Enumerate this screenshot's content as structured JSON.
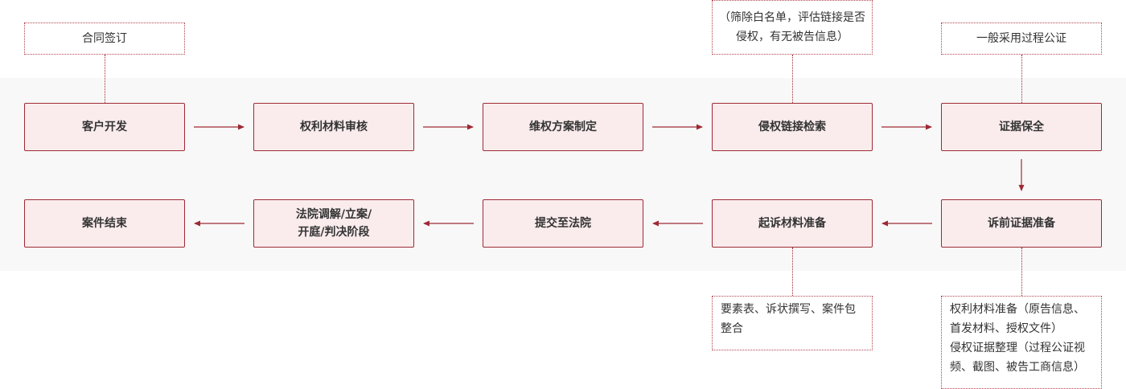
{
  "flow_row1": [
    {
      "label": "客户开发"
    },
    {
      "label": "权利材料审核"
    },
    {
      "label": "维权方案制定"
    },
    {
      "label": "侵权链接检索"
    },
    {
      "label": "证据保全"
    }
  ],
  "flow_row2": [
    {
      "label": "诉前证据准备"
    },
    {
      "label": "起诉材料准备"
    },
    {
      "label": "提交至法院"
    },
    {
      "label": "法院调解/立案/\n开庭/判决阶段"
    },
    {
      "label": "案件结束"
    }
  ],
  "notes": {
    "contract": "合同签订",
    "whitelist": "（筛除白名单，评估链接是否侵权，有无被告信息）",
    "notary": "一般采用过程公证",
    "materials": "要素表、诉状撰写、案件包整合",
    "evidence_line1": "权利材料准备（原告信息、首发材料、授权文件）",
    "evidence_line2": "侵权证据整理（过程公证视频、截图、被告工商信息）"
  },
  "colors": {
    "accent": "#9e2a35",
    "box_fill": "#faeced",
    "band": "#f8f8f8"
  }
}
